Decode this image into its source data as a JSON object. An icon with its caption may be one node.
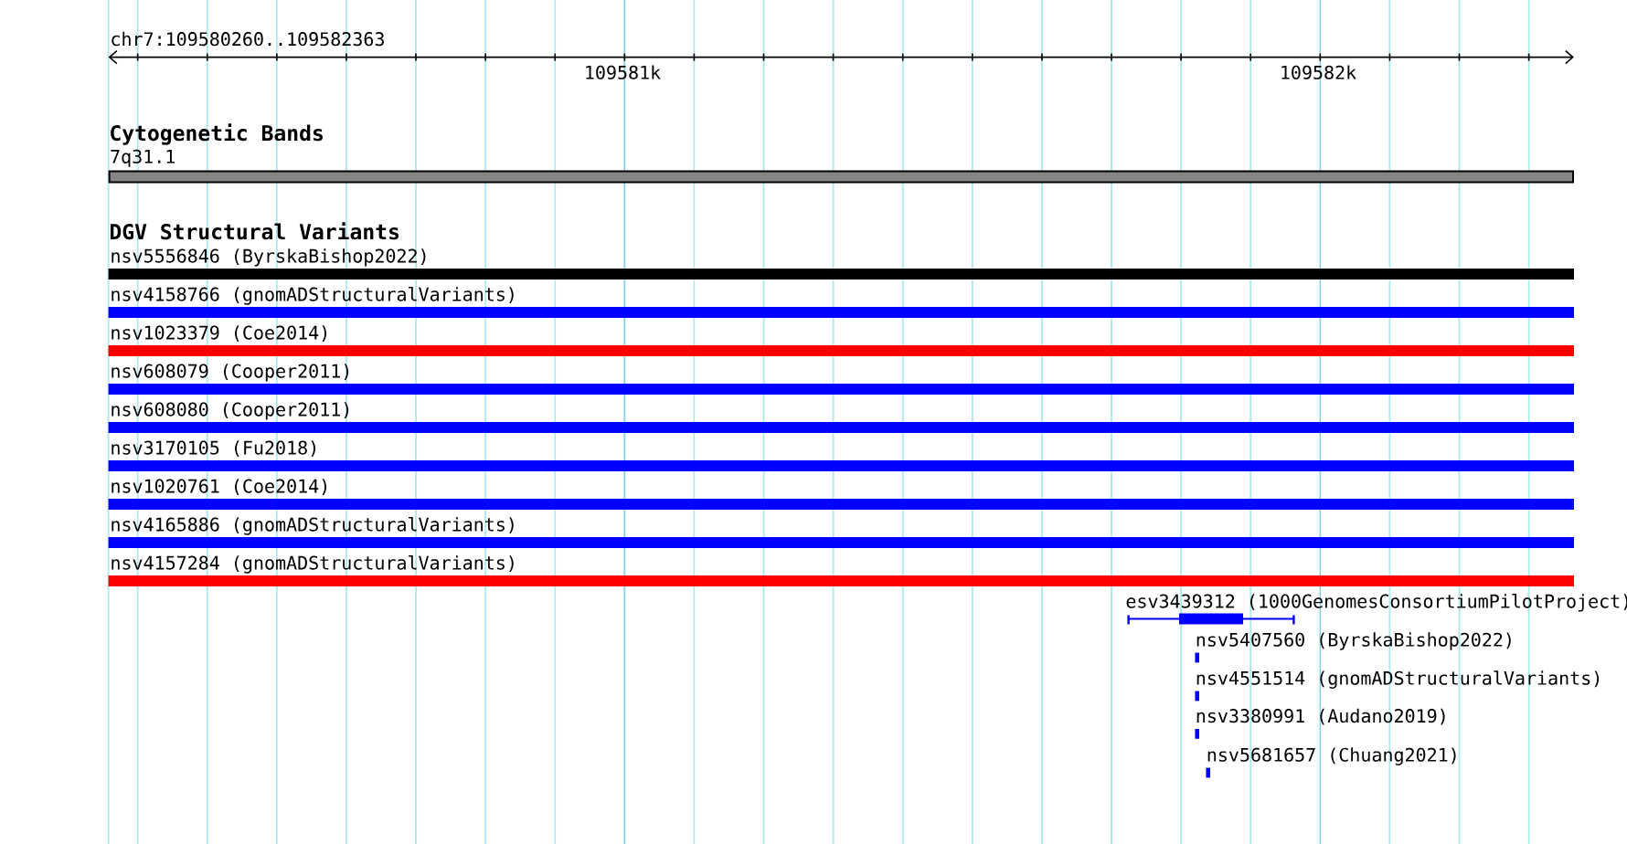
{
  "diagram": {
    "nodes": [
      {
        "text": [
          "7q31.1"
        ]
      },
      {
        "text": [
          "nsv5556846 (ByrskaBishop2022)"
        ]
      },
      {
        "text": [
          "nsv4158766 (gnomADStructuralVariants)"
        ]
      },
      {
        "text": [
          "nsv1023379 (Coe2014)"
        ]
      },
      {
        "text": [
          "nsv608079 (Cooper2011)"
        ]
      },
      {
        "text": [
          "nsv608080 (Cooper2011)"
        ]
      },
      {
        "text": [
          "nsv3170105 (Fu2018)"
        ]
      },
      {
        "text": [
          "nsv1020761 (Coe2014)"
        ]
      },
      {
        "text": [
          "nsv4165886 (gnomADStructuralVariants)"
        ]
      },
      {
        "text": [
          "nsv4157284 (gnomADStructuralVariants)"
        ]
      },
      {
        "text": [
          "esv3439312 (1000GenomesConsortiumPilotProject)"
        ]
      },
      {
        "text": [
          "nsv5407560 (ByrskaBishop2022)"
        ]
      },
      {
        "text": [
          "nsv4551514 (gnomADStructuralVariants)"
        ]
      },
      {
        "text": [
          "nsv3380991 (Audano2019)"
        ]
      },
      {
        "text": [
          "nsv5681657 (Chuang2021)"
        ]
      }
    ],
    "labels": [
      "chr7:109580260..109582363",
      "109581k",
      "109582k",
      "Cytogenetic Bands",
      "DGV Structural Variants"
    ]
  }
}
